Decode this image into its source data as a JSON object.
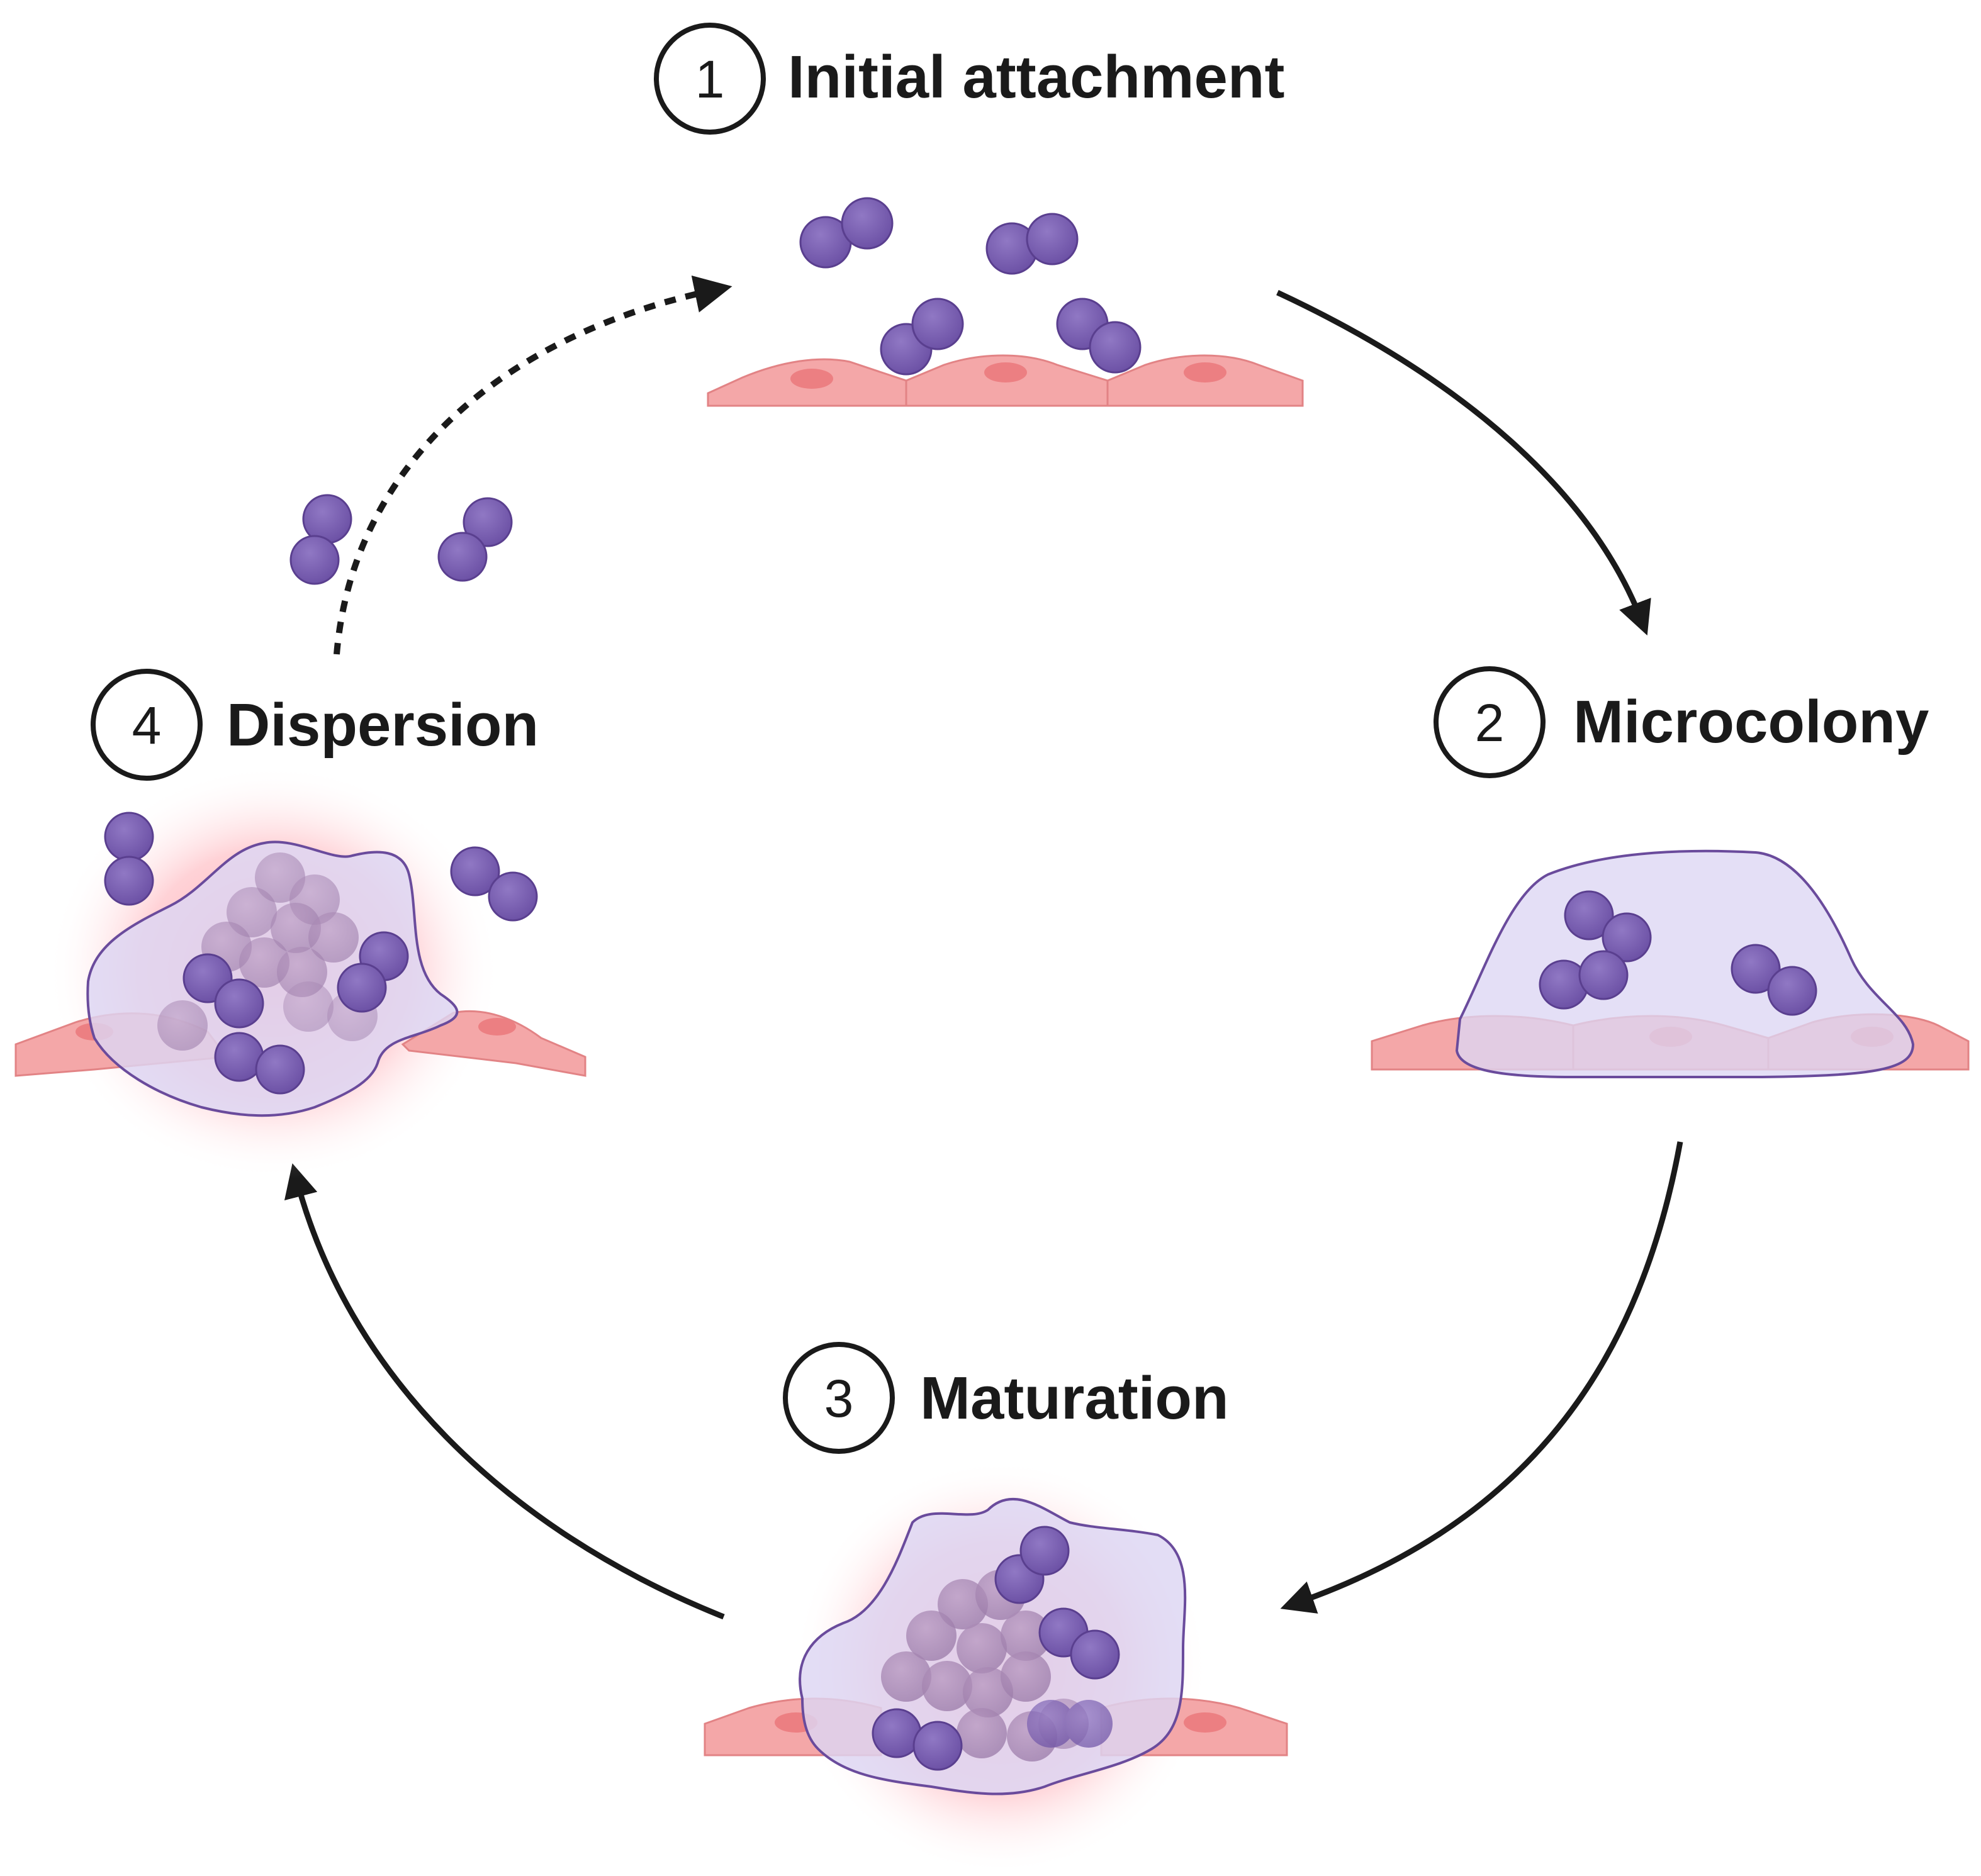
{
  "stages": [
    {
      "number": "1",
      "label": "Initial attachment"
    },
    {
      "number": "2",
      "label": "Microcolony"
    },
    {
      "number": "3",
      "label": "Maturation"
    },
    {
      "number": "4",
      "label": "Dispersion"
    }
  ],
  "colors": {
    "bacterium": "#7b5fb0",
    "bacterium_dark": "#5a3f8f",
    "host_cell": "#f4a7a8",
    "host_cell_outline": "#e28385",
    "nucleus": "#ec7f82",
    "matrix": "#ddd6f3",
    "matrix_outline": "#6a4b9c",
    "glow": "#ff6b78",
    "arrow": "#1a1a1a"
  }
}
